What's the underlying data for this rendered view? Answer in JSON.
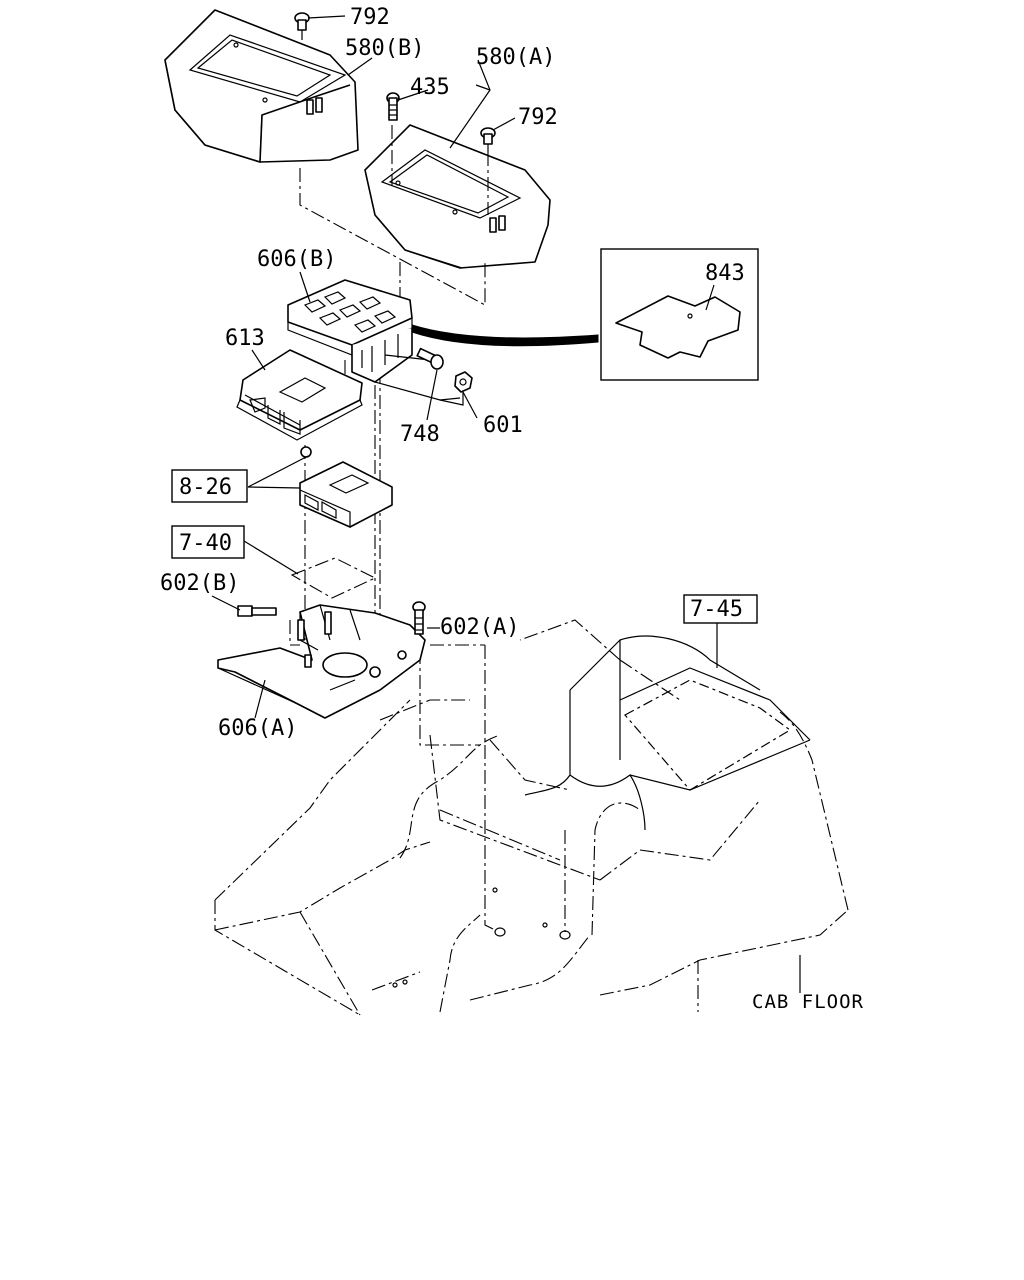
{
  "labels": {
    "l792a": "792",
    "l580b": "580(B)",
    "l580a": "580(A)",
    "l435": "435",
    "l792b": "792",
    "l606b": "606(B)",
    "l843": "843",
    "l613": "613",
    "l748": "748",
    "l601": "601",
    "l826": "8-26",
    "l740": "7-40",
    "l602b": "602(B)",
    "l602a": "602(A)",
    "l745": "7-45",
    "l606a": "606(A)",
    "cab": "CAB FLOOR"
  }
}
